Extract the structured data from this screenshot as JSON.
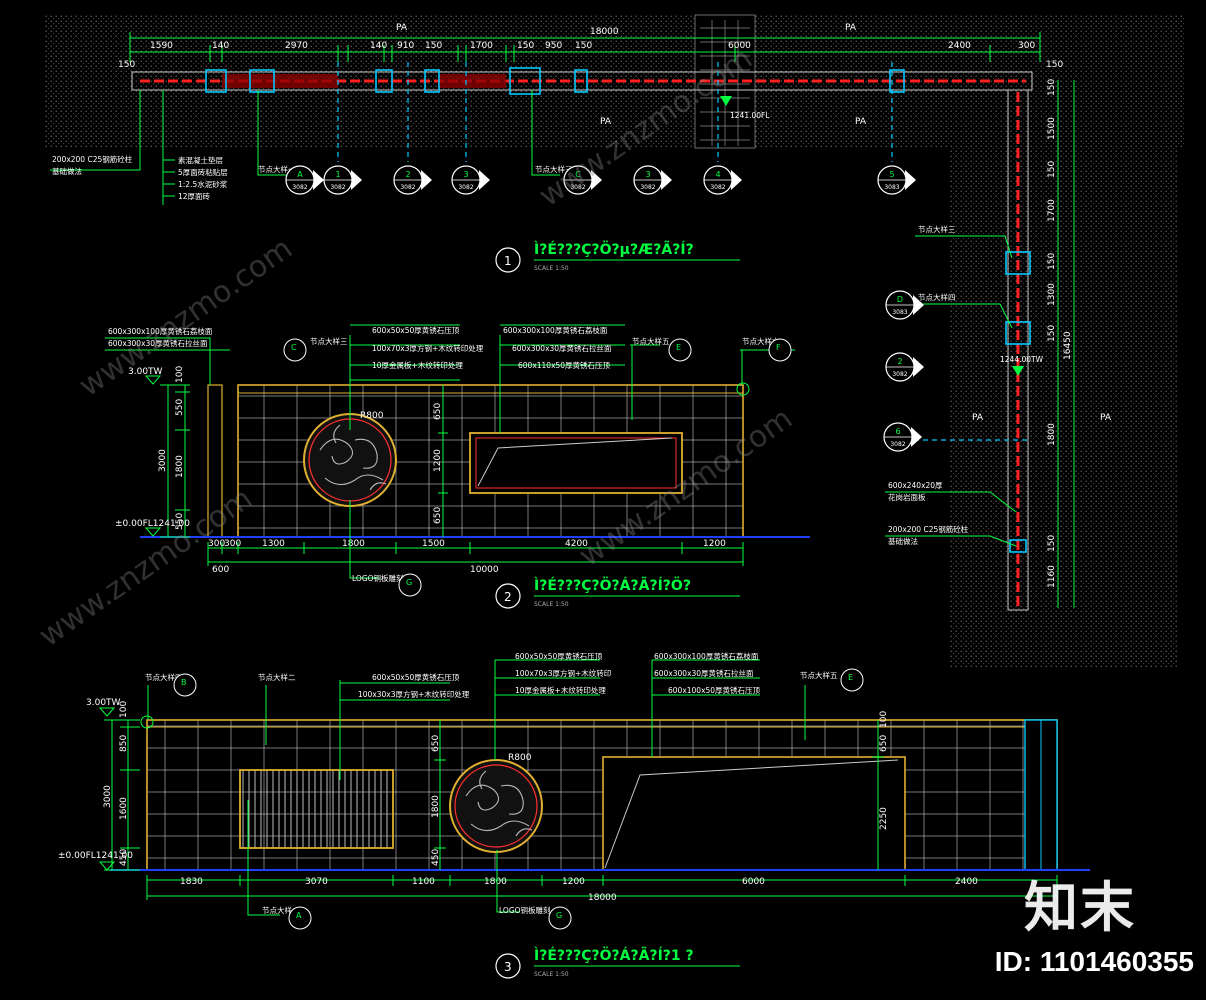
{
  "watermark": {
    "site": "www.znzmo.com",
    "brand": "知末",
    "id_label": "ID: 1101460355"
  },
  "plan": {
    "zone_label": "PA",
    "total_dim": "18000",
    "right_total_dim": "16450",
    "segments": [
      "1590",
      "140",
      "2970",
      "140",
      "910",
      "150",
      "1700",
      "150",
      "950",
      "150",
      "6000",
      "2400",
      "300"
    ],
    "right_segments": [
      "150",
      "1500",
      "150",
      "1700",
      "150",
      "1300",
      "150",
      "1800",
      "150",
      "1160"
    ],
    "end_dim": "150",
    "elev_tags": [
      "1241.00FL",
      "1244.00TW"
    ],
    "left_notes": [
      "200x200 C25钢筋砼柱",
      "基础做法"
    ],
    "legend_notes": [
      "素混凝土垫层",
      "5厚面砖粘贴层",
      "1:2.5水泥砂浆",
      "12厚面砖"
    ],
    "right_notes": [
      "节点大样三",
      "节点大样四",
      "600x240x20厚",
      "花岗岩面板",
      "200x200 C25钢筋砼柱",
      "基础做法"
    ],
    "markers": [
      {
        "id": "A",
        "sheet": "3082"
      },
      {
        "id": "1",
        "sheet": "3082"
      },
      {
        "id": "2",
        "sheet": "3082"
      },
      {
        "id": "3",
        "sheet": "3082"
      },
      {
        "id": "C",
        "sheet": "3082"
      },
      {
        "id": "3",
        "sheet": "3082"
      },
      {
        "id": "4",
        "sheet": "3082"
      },
      {
        "id": "5",
        "sheet": "3083"
      },
      {
        "id": "D",
        "sheet": "3083"
      },
      {
        "id": "2",
        "sheet": "3082"
      },
      {
        "id": "6",
        "sheet": "3082"
      }
    ],
    "node_notes": [
      "节点大样一",
      "节点大样二"
    ],
    "title_no": "1",
    "title": "Ì?É???Ç?Ö?µ?Æ?Ã?Í?",
    "scale": "SCALE 1:50"
  },
  "elev2": {
    "title_no": "2",
    "title": "Ì?É???Ç?Ö?Á?Ã?Í?Ö?",
    "scale": "SCALE 1:50",
    "notes_left": [
      "600x300x100厚黄锈石荔枝面",
      "600x300x30厚黄锈石拉丝面"
    ],
    "notes_mid": [
      "600x50x50厚黄锈石压顶",
      "100x70x3厚方钢+木纹转印处理",
      "10厚金属板+木纹转印处理"
    ],
    "notes_right": [
      "600x300x100厚黄锈石荔枝面",
      "600x300x30厚黄锈石拉丝面",
      "600x110x50厚黄锈石压顶"
    ],
    "callouts": [
      "节点大样三",
      "节点大样五",
      "节点大样六"
    ],
    "callout_ids": [
      "C",
      "E",
      "F"
    ],
    "logo_note": "LOGO铜板雕刻",
    "logo_id": "G",
    "top_elev": "3.00TW",
    "base_elev": "±0.00FL1241.00",
    "radius": "R800",
    "h_dims": [
      "300",
      "300",
      "1300",
      "1800",
      "1500",
      "4200",
      "1200"
    ],
    "total": "10000",
    "sub": "600",
    "v_dims": [
      "100",
      "550",
      "1800",
      "550"
    ],
    "v_total": "3000",
    "v_dims_inner": [
      "650",
      "1200",
      "650"
    ]
  },
  "elev3": {
    "title_no": "3",
    "title": "Ì?É???Ç?Ö?Á?Ã?Í?1 ?",
    "scale": "SCALE 1:50",
    "notes_a": [
      "600x50x50厚黄锈石压顶",
      "100x30x3厚方钢+木纹转印处理"
    ],
    "notes_b": [
      "600x50x50厚黄锈石压顶",
      "100x70x3厚方钢+木纹转印",
      "10厚金属板+木纹转印处理"
    ],
    "notes_c": [
      "600x300x100厚黄锈石荔枝面",
      "600x300x30厚黄锈石拉丝面",
      "600x100x50厚黄锈石压顶"
    ],
    "callouts": [
      "节点大样四",
      "节点大样二",
      "节点大样五"
    ],
    "callout_ids": [
      "B",
      "E"
    ],
    "node_a": "节点大样一",
    "node_a_id": "A",
    "logo_note": "LOGO铜板雕刻",
    "logo_id": "G",
    "top_elev": "3.00TW",
    "base_elev": "±0.00FL1241.00",
    "radius": "R800",
    "h_dims": [
      "1830",
      "3070",
      "1100",
      "1800",
      "1200",
      "6000",
      "2400"
    ],
    "total": "18000",
    "v_dims": [
      "100",
      "850",
      "1600",
      "450"
    ],
    "v_total": "3000",
    "v_inner": [
      "650",
      "1800",
      "450"
    ],
    "v_right": [
      "100",
      "650",
      "2250"
    ]
  }
}
